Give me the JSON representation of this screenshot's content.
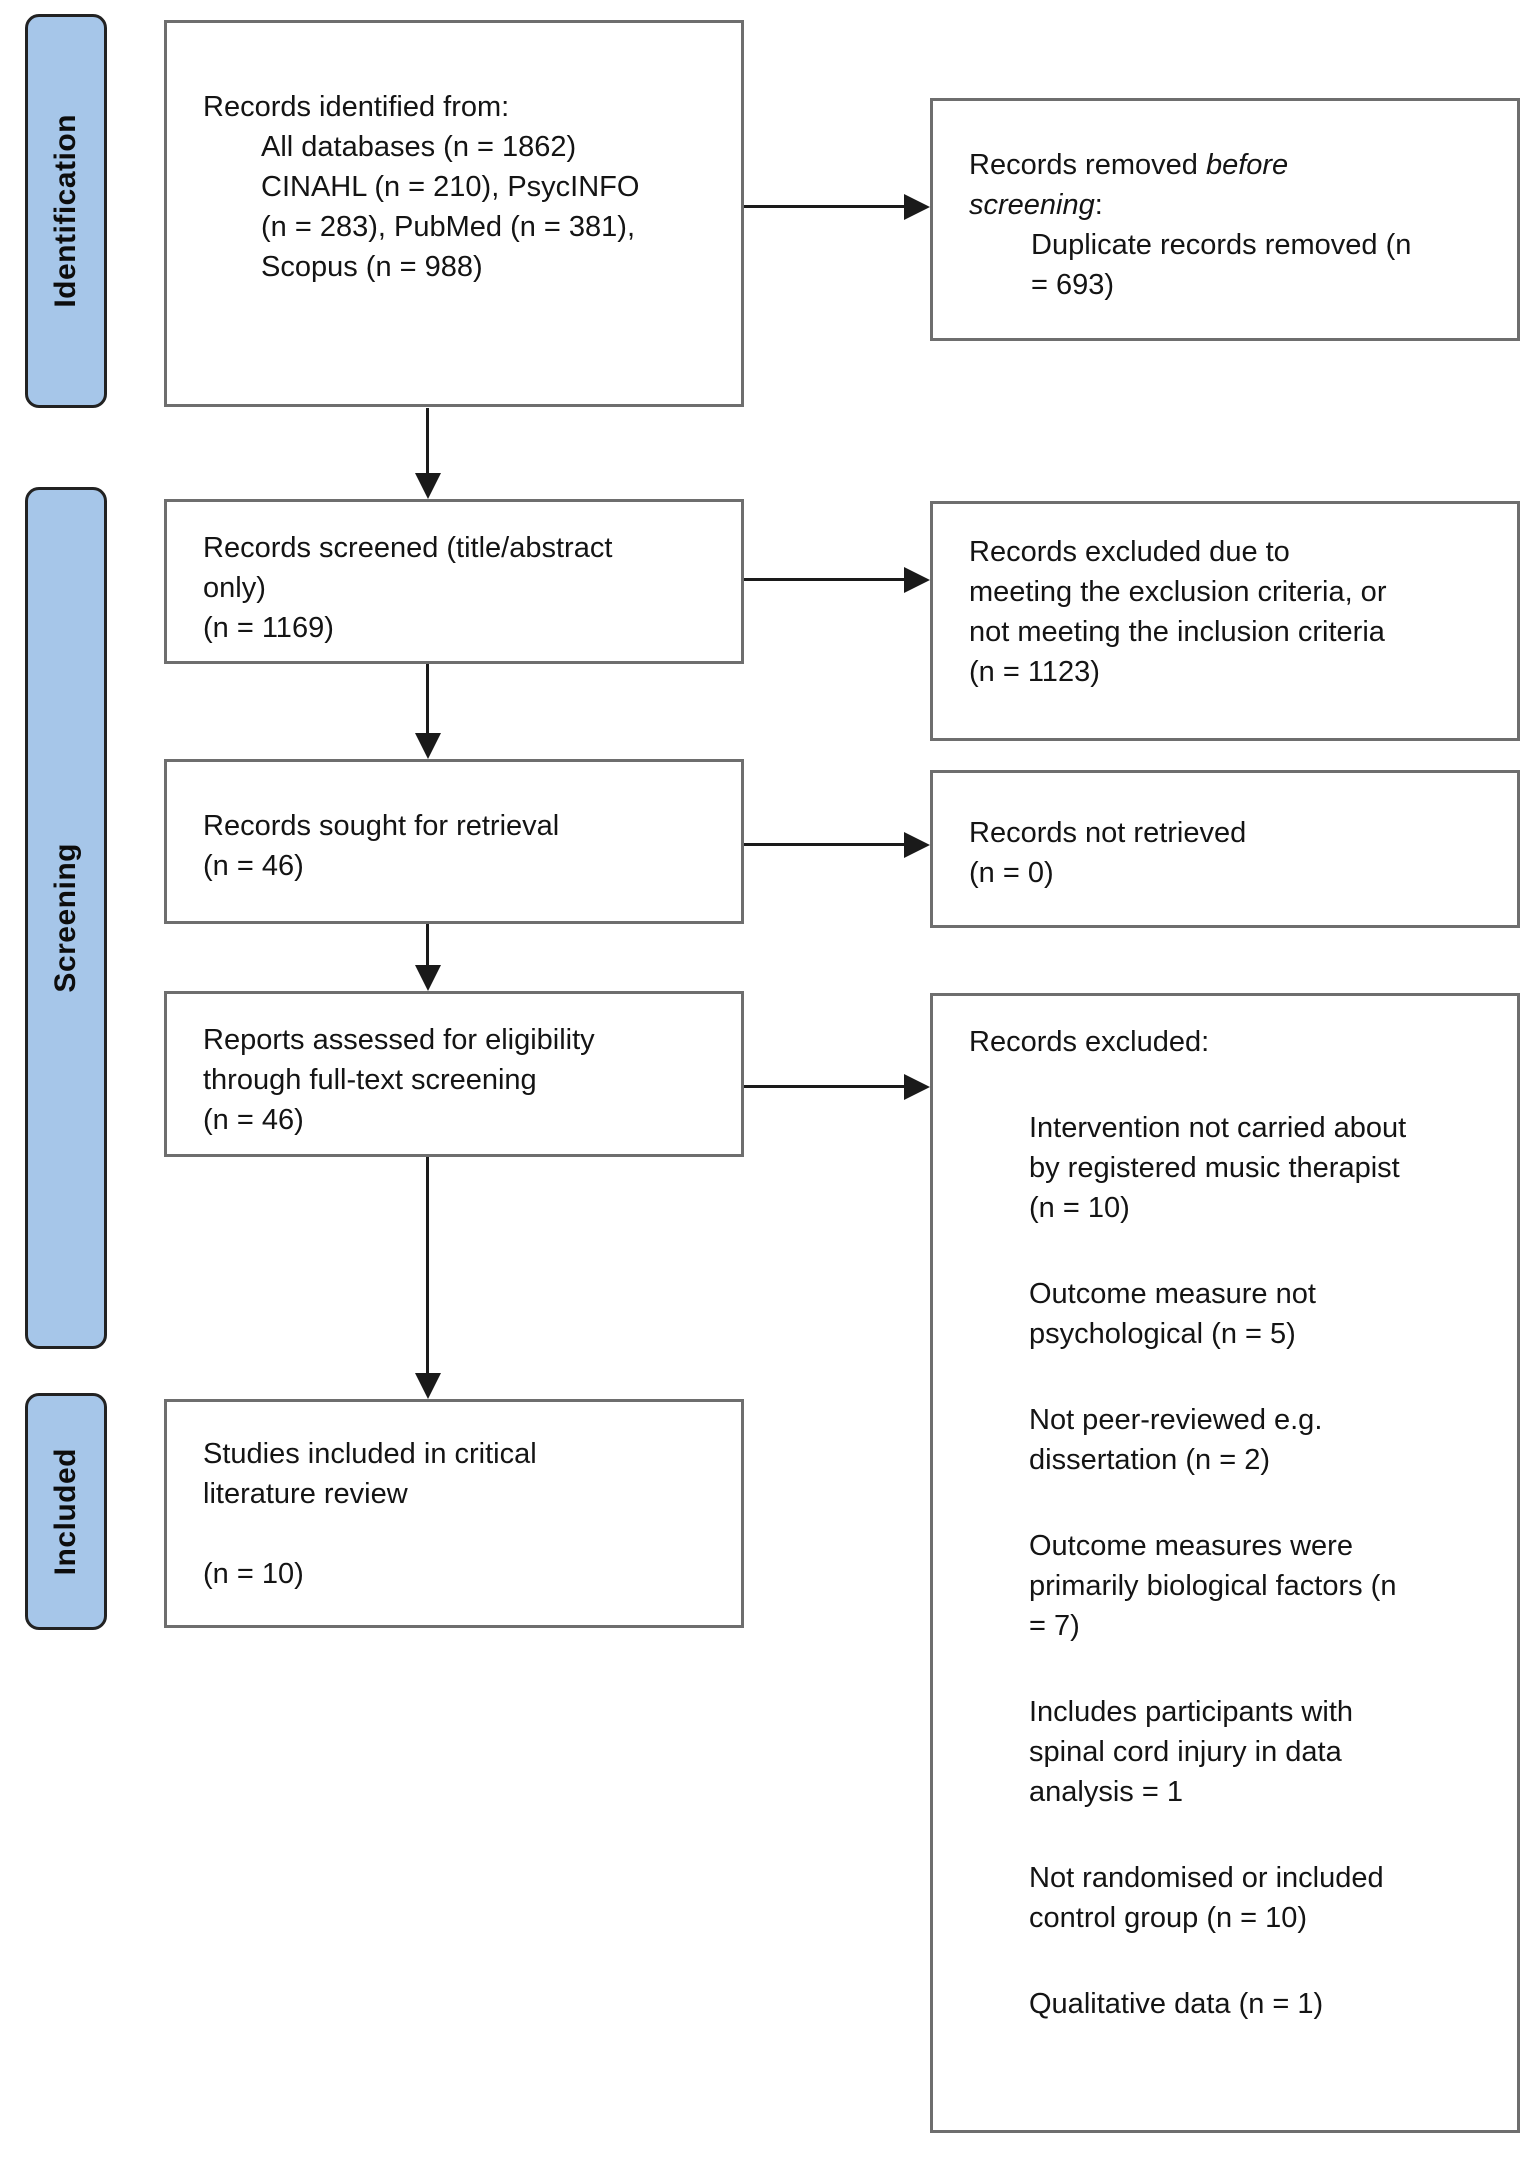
{
  "stages": {
    "identification": "Identification",
    "screening": "Screening",
    "included": "Included"
  },
  "boxes": {
    "identified": {
      "title": "Records identified from:",
      "details": [
        "All databases (n = 1862)",
        "CINAHL (n = 210), PsycINFO",
        "(n = 283), PubMed (n = 381),",
        "Scopus (n = 988)"
      ]
    },
    "removed_before": {
      "title_prefix": "Records removed ",
      "title_italic": "before screening",
      "title_suffix": ":",
      "details": [
        "Duplicate records removed (n",
        "= 693)"
      ]
    },
    "screened": {
      "lines": [
        "Records screened (title/abstract",
        "only)",
        "(n = 1169)"
      ]
    },
    "excluded_screening": {
      "lines": [
        "Records excluded due to",
        "meeting the exclusion criteria, or",
        "not meeting the inclusion criteria",
        "(n = 1123)"
      ]
    },
    "sought": {
      "lines": [
        "Records sought for retrieval",
        "(n = 46)"
      ]
    },
    "not_retrieved": {
      "lines": [
        "Records not retrieved",
        "(n = 0)"
      ]
    },
    "assessed": {
      "lines": [
        "Reports assessed for eligibility",
        "through full-text screening",
        "(n = 46)"
      ]
    },
    "excluded_fulltext": {
      "title": "Records excluded:",
      "reasons": [
        [
          "Intervention not carried about",
          "by registered music therapist",
          "(n = 10)"
        ],
        [
          "Outcome measure not",
          "psychological (n = 5)"
        ],
        [
          "Not peer-reviewed e.g.",
          "dissertation (n = 2)"
        ],
        [
          "Outcome measures were",
          "primarily biological factors (n",
          "= 7)"
        ],
        [
          "Includes participants with",
          "spinal cord injury in data",
          "analysis = 1"
        ],
        [
          "Not randomised or included",
          "control group (n = 10)"
        ],
        [
          "Qualitative data (n = 1)"
        ]
      ]
    },
    "included_studies": {
      "lines": [
        "Studies included in critical",
        "literature review",
        "",
        "(n = 10)"
      ]
    }
  },
  "colors": {
    "tab_fill": "#a6c6e9",
    "tab_border": "#222222",
    "box_border": "#6e6e6e",
    "arrow": "#1a1a1a"
  }
}
